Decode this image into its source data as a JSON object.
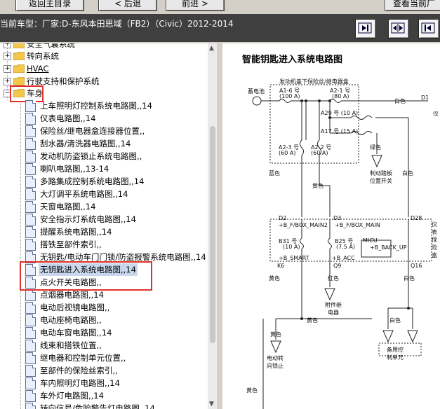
{
  "toolbar": {
    "button_left": "返回主目录",
    "button_back": "< 后退",
    "button_forward": "前进 >",
    "button_right": "查看当前厂"
  },
  "status": {
    "vehicle_label": "当前车型：厂家:D-东风本田思域（FB2）（Civic）2012-2014"
  },
  "tree": {
    "folders": [
      {
        "label": "安全气囊系统",
        "expanded": false
      },
      {
        "label": "转向系统",
        "expanded": false
      },
      {
        "label": "HVAC",
        "expanded": false
      },
      {
        "label": "行驶支持和保护系统",
        "expanded": false
      },
      {
        "label": "车身",
        "expanded": true
      }
    ],
    "docs": [
      "上车照明灯控制系统电路图,,14",
      "仪表电路图,,14",
      "保险丝/继电器盒连接器位置,,",
      "刮水器/清洗器电路图,,14",
      "发动机防盗锁止系统电路图,,",
      "喇叭电路图,,13-14",
      "多路集成控制系统电路图,,14",
      "大灯调平系统电路图,,14",
      "天窗电路图,,14",
      "安全指示灯系统电路图,,14",
      "提醒系统电路图,,14",
      "搭铁至部件索引,,",
      "无钥匙/电动车门门锁/防盗报警系统电路图,,14",
      "无钥匙进入系统电路图,,14",
      "点火开关电路图,,",
      "点烟器电路图,,14",
      "电动后视镜电路图,,",
      "电动座椅电路图,,",
      "电动车窗电路图,,14",
      "线束和搭铁位置,,",
      "继电器和控制单元位置,,",
      "至部件的保险丝索引,,",
      "车内照明灯电路图,,14",
      "车外灯电路图,,14",
      "转向信号/危险警告灯电路图,,14"
    ],
    "selected_index": 13
  },
  "diagram": {
    "title": "智能钥匙进入系统电路图",
    "labels": {
      "fuse_box": "发动机盖下保险丝/继电器盒",
      "battery": "蓄电池",
      "a16": "A1-6 号",
      "a16_amp": "(100 A)",
      "a21": "A2-1 号",
      "a21_amp": "(80 A)",
      "a29": "A29 号 (10 A)",
      "a17": "A17 号 (15 A)",
      "a23": "A2-3 号",
      "a23_amp": "(60 A)",
      "a22": "A2-2 号",
      "a22_amp": "(60 A)",
      "white1": "白色",
      "d1": "D1",
      "green": "绿色",
      "switch": "制动踏板位置开关",
      "blue": "蓝色",
      "yellow1": "黄色",
      "white2": "白色",
      "d2": "D2",
      "d3": "D3",
      "d28": "D28",
      "bf_box2": "+B_F/BOX_MAIN2",
      "bf_box": "+B_F/BOX_MAIN",
      "b31": "B31 号",
      "b31_amp": "(10 A)",
      "b25": "B25 号",
      "b25_amp": "(7.5 A)",
      "micu": "MICU",
      "back_up": "+B_BACK_UP",
      "smart": "+B_SMART",
      "acc": "+B_ACC",
      "k6": "K6",
      "q9": "Q9",
      "q16": "Q16",
      "yellow2": "黄色",
      "red": "红色",
      "white3": "白色",
      "relay": "附件继电器",
      "yellow3": "黄色",
      "white4": "白色",
      "yellow4": "黄色",
      "lock": "电动转向锁止",
      "backup_unit": "备用控制单元",
      "yellow5": "黄色",
      "right_clip1": "仪",
      "right_clip2": "仪表保险盒"
    }
  }
}
